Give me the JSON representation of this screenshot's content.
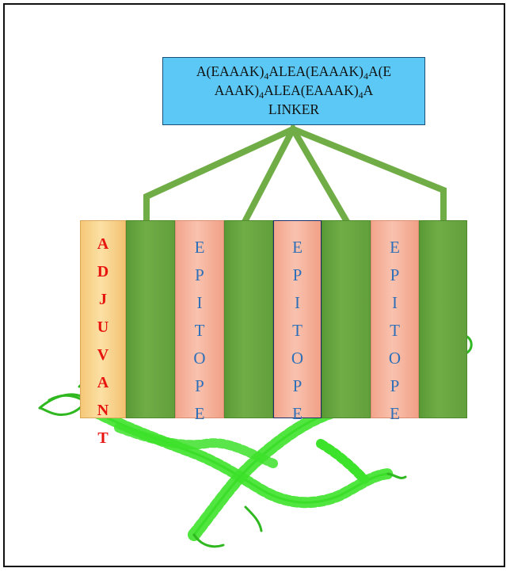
{
  "linker_box": {
    "line1": {
      "t1": "A(EAAAK)",
      "s1": "4",
      "t2": "ALEA(EAAAK)",
      "s2": "4",
      "t3": "A(E"
    },
    "line2": {
      "t1": "AAAK)",
      "s1": "4",
      "t2": "ALEA(EAAAK)",
      "s2": "4",
      "t3": "A"
    },
    "line3": "LINKER"
  },
  "segments": {
    "adjuvant": [
      "A",
      "D",
      "J",
      "U",
      "V",
      "A",
      "N",
      "T"
    ],
    "epitope_1": [
      "E",
      "P",
      "I",
      "T",
      "O",
      "P",
      "E"
    ],
    "epitope_2": [
      "E",
      "P",
      "I",
      "T",
      "O",
      "P",
      "E"
    ],
    "epitope_3": [
      "E",
      "P",
      "I",
      "T",
      "O",
      "P",
      "E"
    ]
  },
  "colors": {
    "linker_box_fill": "#5bc8f5",
    "linker_connector": "#70ad47",
    "linker_segment": "#70ad47",
    "epitope_segment": "#f9c2ae",
    "adjuvant_segment": "#fce0a5",
    "adjuvant_text": "#e8150f",
    "epitope_text": "#2e6fb8",
    "protein_ribbon": "#33dd22"
  }
}
